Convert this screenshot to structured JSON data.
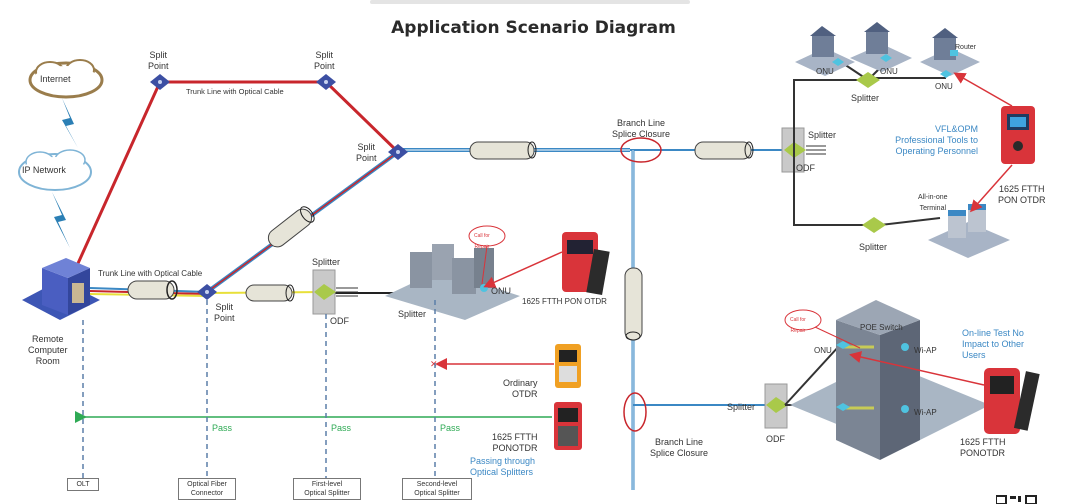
{
  "title": "Application Scenario Diagram",
  "network": {
    "internet": "Internet",
    "ip_network": "IP Network",
    "remote_room": [
      "Remote",
      "Computer",
      "Room"
    ]
  },
  "split_points": {
    "label_line1": "Split",
    "label_line2": "Point"
  },
  "trunk": {
    "top_label": "Trunk Line with Optical Cable",
    "bottom_label": "Trunk Line with Optical Cable"
  },
  "branch": {
    "closure_label_line1": "Branch Line",
    "closure_label_line2": "Splice Closure"
  },
  "common": {
    "splitter": "Splitter",
    "odf": "ODF",
    "onu": "ONU",
    "router": "Router",
    "wi_ap": "Wi-AP",
    "poe_switch": "POE Switch",
    "all_in_one_line1": "All-in-one",
    "all_in_one_line2": "Terminal",
    "call_for_repair_line1": "Call for",
    "call_for_repair_line2": "Repair"
  },
  "devices": {
    "otdr_mid": "1625 FTTH PON OTDR",
    "otdr_right_line1": "1625 FTTH",
    "otdr_right_line2": "PON OTDR",
    "otdr_bottom_right_line1": "1625 FTTH",
    "otdr_bottom_right_line2": "PONOTDR",
    "ordinary_line1": "Ordinary",
    "ordinary_line2": "OTDR",
    "pon_bottom_line1": "1625 FTTH",
    "pon_bottom_line2": "PONOTDR"
  },
  "notes": {
    "vfl_line1": "VFL&OPM",
    "vfl_line2": "Professional Tools to",
    "vfl_line3": "Operating Personnel",
    "online_line1": "On-line Test No",
    "online_line2": "Impact to Other",
    "online_line3": "Users",
    "passing_line1": "Passing through",
    "passing_line2": "Optical Splitters"
  },
  "test_path": {
    "pass_label": "Pass",
    "stages": [
      {
        "line1": "OLT",
        "line2": ""
      },
      {
        "line1": "Optical Fiber",
        "line2": "Connector"
      },
      {
        "line1": "First-level",
        "line2": "Optical Splitter"
      },
      {
        "line1": "Second-level",
        "line2": "Optical Splitter"
      }
    ]
  },
  "colors": {
    "trunk_red": "#c8262c",
    "fiber_blue": "#3b88c4",
    "fiber_yellow": "#e8e03a",
    "pass_green": "#2faa55",
    "splitter_green": "#a9c94a",
    "split_point_blue": "#3c4fa3",
    "device_red": "#d9343a",
    "device_orange": "#f0a023"
  }
}
